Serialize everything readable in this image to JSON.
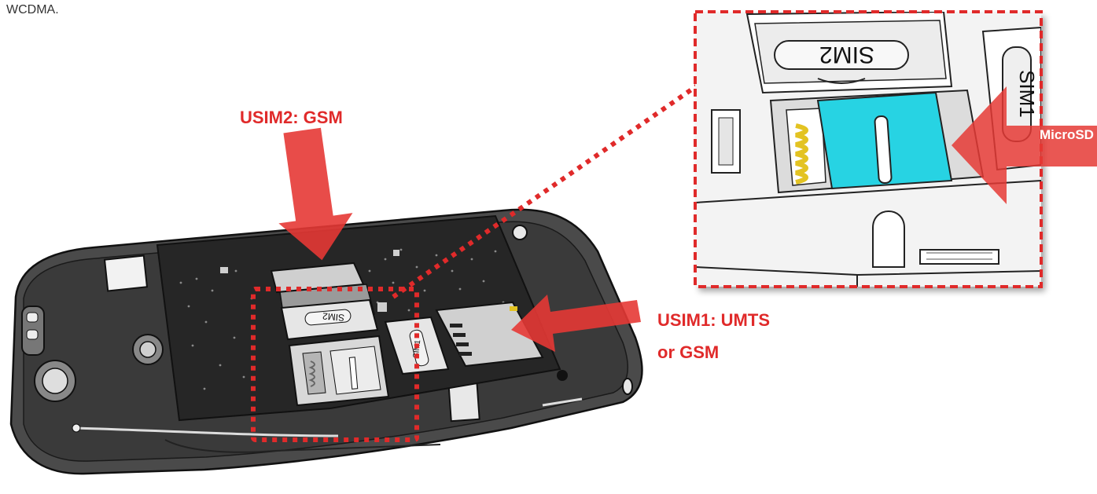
{
  "caption": "WCDMA.",
  "labels": {
    "usim2": "USIM2: GSM",
    "usim1_line1": "USIM1: UMTS",
    "usim1_line2": "or GSM",
    "microsd": "MicroSD"
  },
  "slot_text": {
    "sim2": "SIM2",
    "sim1": "SIM1"
  },
  "colors": {
    "accent": "#e02a2a",
    "microsd_card": "#27d3e3",
    "spring": "#e3c322",
    "body": "#3a3a3a",
    "board": "#262626"
  }
}
